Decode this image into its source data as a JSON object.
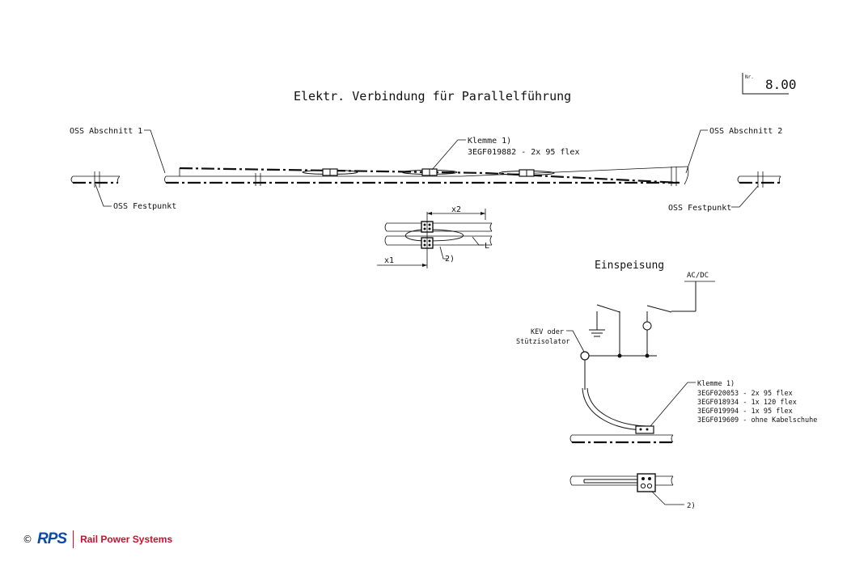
{
  "sheet": {
    "number_label": "Nr.",
    "number": "8.00"
  },
  "title": "Elektr. Verbindung für Parallelführung",
  "labels": {
    "oss_section_1": "OSS Abschnitt 1",
    "oss_section_2": "OSS Abschnitt 2",
    "oss_fixpoint_left": "OSS Festpunkt",
    "oss_fixpoint_right": "OSS Festpunkt",
    "clamp_top": "Klemme 1)",
    "clamp_top_part": "3EGF019882  -  2x 95 flex",
    "x1": "x1",
    "x2": "x2",
    "l": "L",
    "note2_top": "2)",
    "feed_title": "Einspeisung",
    "acdc": "AC/DC",
    "kev_line1": "KEV oder",
    "kev_line2": "Stützisolator",
    "clamp_feed": "Klemme 1)",
    "clamp_feed_parts": [
      "3EGF020053  -  2x 95 flex",
      "3EGF018934  -  1x 120 flex",
      "3EGF019994  -  1x 95 flex",
      "3EGF019609  -  ohne Kabelschuhe"
    ],
    "note2_bottom": "2)"
  },
  "footer": {
    "copyright": "©",
    "logo_mark": "RPS",
    "company": "Rail Power Systems",
    "brand_blue": "#0b4aa6",
    "brand_red": "#c8102e"
  }
}
